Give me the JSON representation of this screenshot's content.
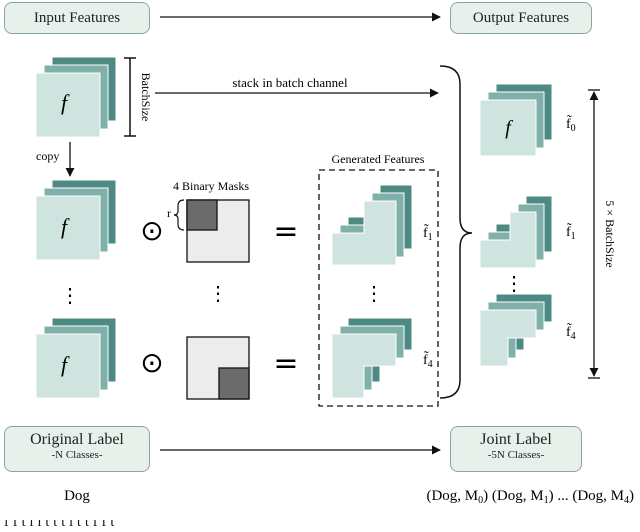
{
  "header": {
    "input_features": "Input Features",
    "output_features": "Output Features"
  },
  "labels": {
    "batch_size": "BatchSize",
    "stack_in_batch_channel": "stack in batch channel",
    "copy": "copy",
    "generated_features": "Generated Features",
    "binary_masks": "4 Binary Masks",
    "r": "r",
    "five_batch_size": "5 × BatchSize",
    "feature_symbol": "f",
    "odot": "⊙",
    "equals": "=",
    "vdots": "⋮"
  },
  "output_tildes": {
    "f0": "f̃",
    "f0_sub": "0",
    "f1": "f̃",
    "f1_sub": "1",
    "f4": "f̃",
    "f4_sub": "4"
  },
  "bottom": {
    "original_label": "Original Label",
    "original_sub": "-N Classes-",
    "joint_label": "Joint Label",
    "joint_sub": "-5N Classes-",
    "dog": "Dog",
    "dog_pairs": "(Dog, M0) (Dog, M1) ... (Dog, M4)",
    "partial_caption": "f     f    t    l     l     t  t t l t         t  f f t"
  },
  "colors": {
    "teal_dark": "#4e8a84",
    "teal_mid": "#7fb0aa",
    "teal_light": "#cfe3df",
    "mask_gray": "#6b6b6b",
    "mask_light": "#ececec",
    "box_fill": "#e7f0ea",
    "box_border": "#8aa89a"
  }
}
